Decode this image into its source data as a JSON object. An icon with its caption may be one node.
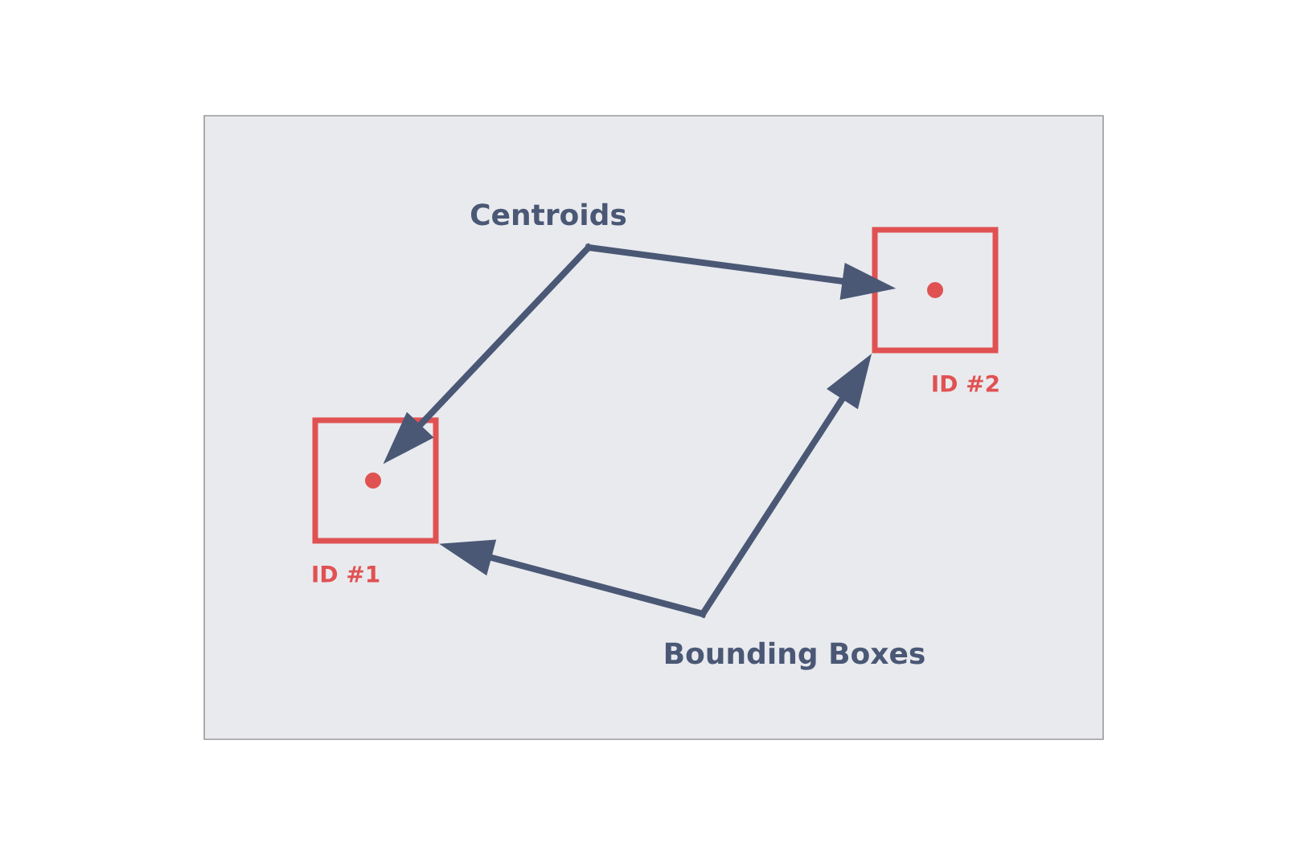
{
  "diagram": {
    "nodes": [
      {
        "text": [
          "Centroids"
        ]
      },
      {
        "text": [],
        "shape": "box",
        "beside": [
          "ID #2"
        ]
      },
      {
        "text": [],
        "shape": "circle",
        "in": 1
      },
      {
        "text": [],
        "shape": "box",
        "beside": [
          "ID #1"
        ]
      },
      {
        "text": [],
        "shape": "circle",
        "in": 3
      },
      {
        "text": [
          "Bounding Boxes"
        ]
      }
    ],
    "edges": [
      {
        "from": 0,
        "to": 2,
        "arrow": "to"
      },
      {
        "from": 0,
        "to": 4,
        "arrow": "to"
      },
      {
        "from": 5,
        "to": 3,
        "arrow": "to"
      },
      {
        "from": 5,
        "to": 1,
        "arrow": "to"
      }
    ]
  }
}
